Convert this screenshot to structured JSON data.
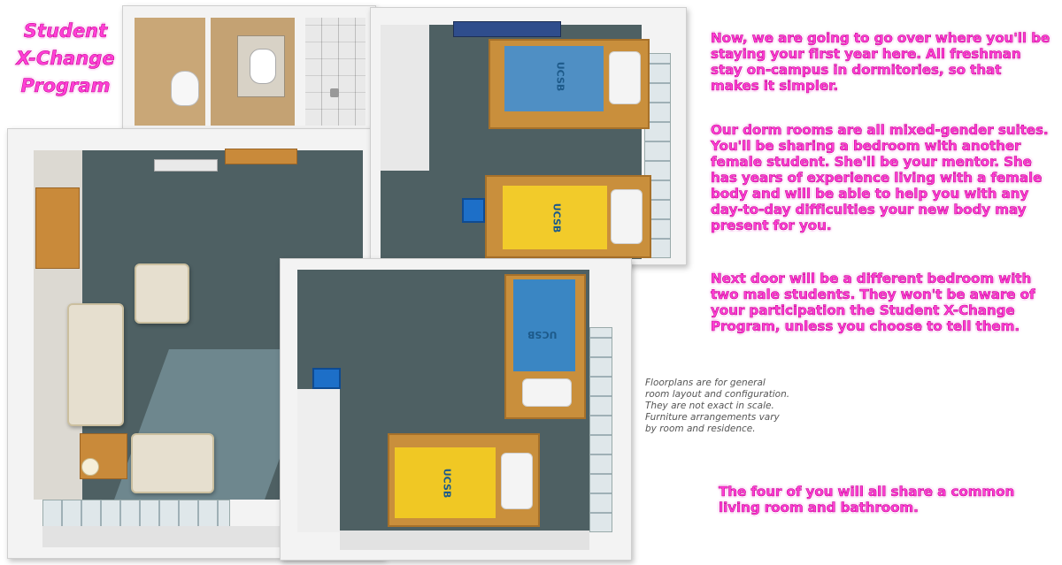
{
  "title": {
    "lines": [
      "Student",
      "X-Change",
      "Program"
    ]
  },
  "paragraphs": {
    "p1": "Now, we are going to go over where you'll be\nstaying your first year here.  All freshman\nstay on-campus in dormitories, so that\nmakes it simpler.",
    "p2": "Our dorm rooms are all mixed-gender suites.\nYou'll be sharing a bedroom with another\nfemale student.  She'll be your mentor.  She\nhas years of experience living with a female\nbody and will be able to help you with any\nday-to-day difficulties your new body may\npresent for you.",
    "p3": "Next door will be a different bedroom with\ntwo male students.  They won't be aware of\nyour participation the Student X-Change\nProgram, unless you choose to tell them.",
    "p4": "The four of you will all share a common\nliving room and bathroom."
  },
  "note": "Floorplans are for general room layout and configuration. They are not exact in scale. Furniture arrangements vary by room and residence.",
  "beds": [
    {
      "label": "UCSB",
      "color": "#4f8fc4"
    },
    {
      "label": "UCSB",
      "color": "#f2cb2a"
    },
    {
      "label": "UCSB",
      "color": "#3a86c3"
    },
    {
      "label": "UCSB",
      "color": "#f0c824"
    }
  ],
  "colors": {
    "accent_text": "#ff3fd6",
    "floor": "#4e6063",
    "wood": "#c98f3c"
  }
}
